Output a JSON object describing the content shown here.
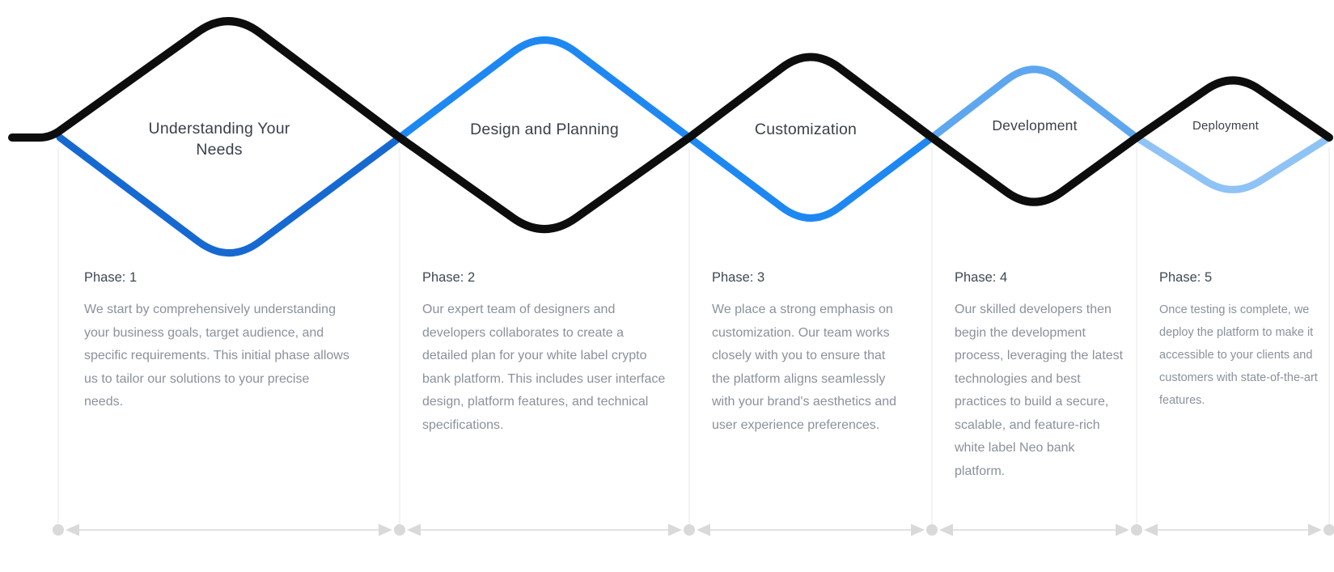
{
  "diagram": {
    "colors": {
      "line_black": "#0d0d0d",
      "line_blue_deep": "#1769d2",
      "line_blue": "#1e88f2",
      "line_blue_light": "#5ea7ef",
      "line_blue_pale": "#8fc3f5",
      "divider": "#e7e7e7",
      "arrow": "#d9d9d9",
      "title_text": "#3a414a",
      "label_text": "#3f4854",
      "body_text": "#8a919b"
    },
    "phases": [
      {
        "title": "Understanding Your Needs",
        "phase_label": "Phase: 1",
        "description": "We start by comprehensively understanding your business goals, target audience, and specific requirements. This initial phase allows us to tailor our solutions to your precise needs."
      },
      {
        "title": "Design and Planning",
        "phase_label": "Phase: 2",
        "description": "Our expert team of designers and developers collaborates to create a detailed plan for your white label crypto bank platform. This includes user interface design, platform features, and technical specifications."
      },
      {
        "title": "Customization",
        "phase_label": "Phase: 3",
        "description": "We place a strong emphasis on customization. Our team works closely with you to ensure that the platform aligns seamlessly with your brand's aesthetics and user experience preferences."
      },
      {
        "title": "Development",
        "phase_label": "Phase: 4",
        "description": "Our skilled developers then begin the development process, leveraging the latest technologies and best practices to build a secure, scalable, and feature-rich white label Neo bank platform."
      },
      {
        "title": "Deployment",
        "phase_label": "Phase: 5",
        "description": "Once testing is complete, we deploy the platform to make it accessible to your clients and customers with state-of-the-art features."
      }
    ]
  }
}
